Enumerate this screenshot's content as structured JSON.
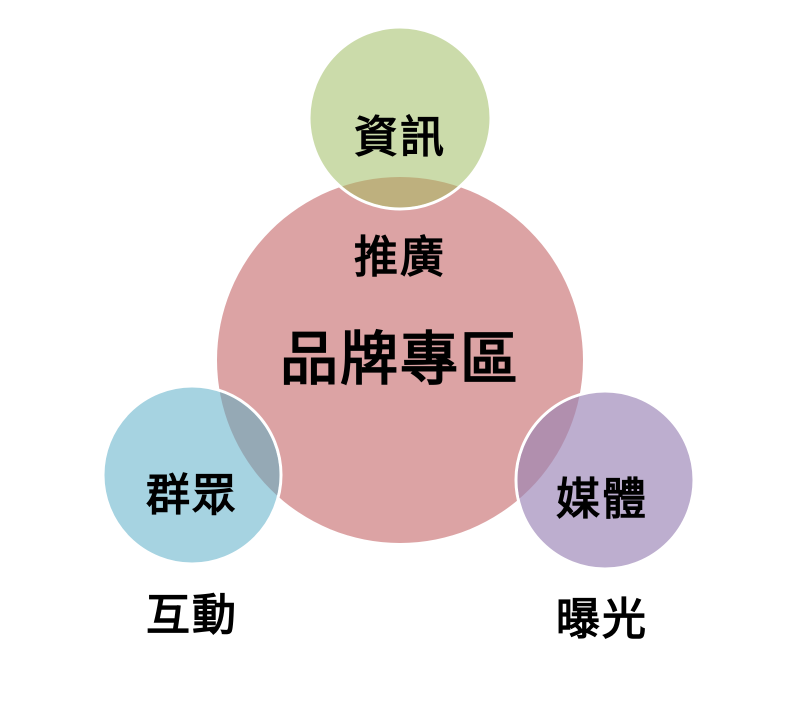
{
  "diagram": {
    "type": "venn-cluster",
    "center": {
      "label": "品牌專區",
      "color": "#DCA3A4"
    },
    "satellites": [
      {
        "position": "top",
        "line1": "資訊",
        "line2": "推廣",
        "color": "#CBDBAA"
      },
      {
        "position": "bottom-left",
        "line1": "群眾",
        "line2": "互動",
        "color": "#A6D3E1"
      },
      {
        "position": "bottom-right",
        "line1": "媒體",
        "line2": "曝光",
        "color": "#BDAECF"
      }
    ],
    "overlap_colors": {
      "top": "#BEB07E",
      "bottom-left": "#95A9B5",
      "bottom-right": "#B18FAE"
    }
  }
}
